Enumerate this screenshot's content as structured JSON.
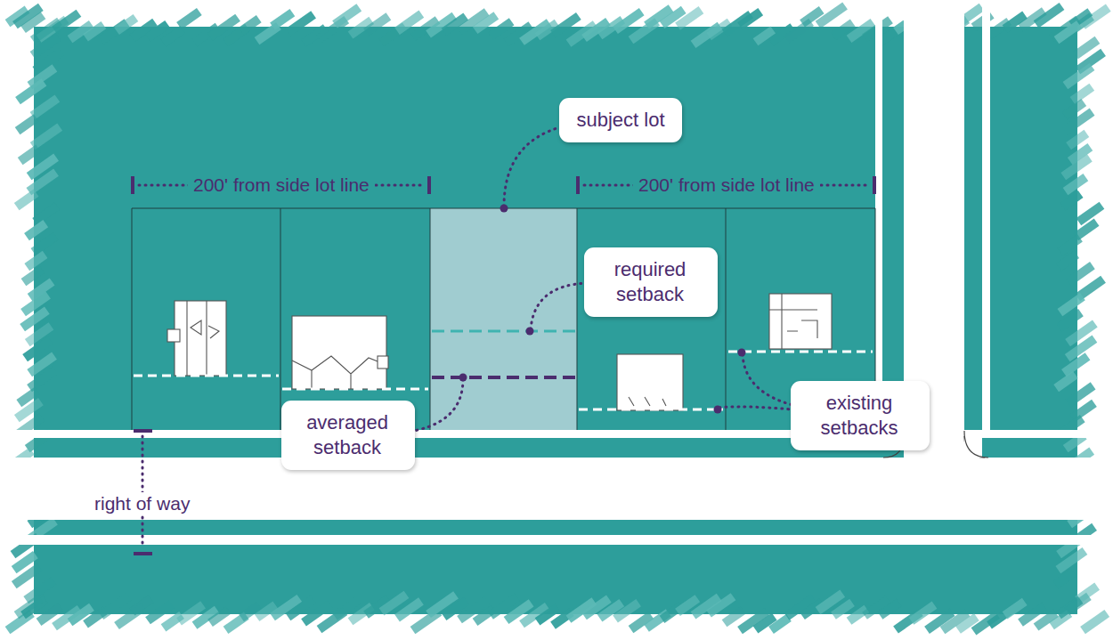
{
  "diagram": {
    "nodes": [
      {
        "text": [
          "subject lot"
        ]
      },
      {
        "text": [
          "required setback"
        ]
      },
      {
        "text": [
          "averaged setback"
        ]
      },
      {
        "text": [
          "existing setbacks"
        ]
      }
    ],
    "labels": [
      "200' from side lot line",
      "200' from side lot line",
      "right of way"
    ]
  }
}
